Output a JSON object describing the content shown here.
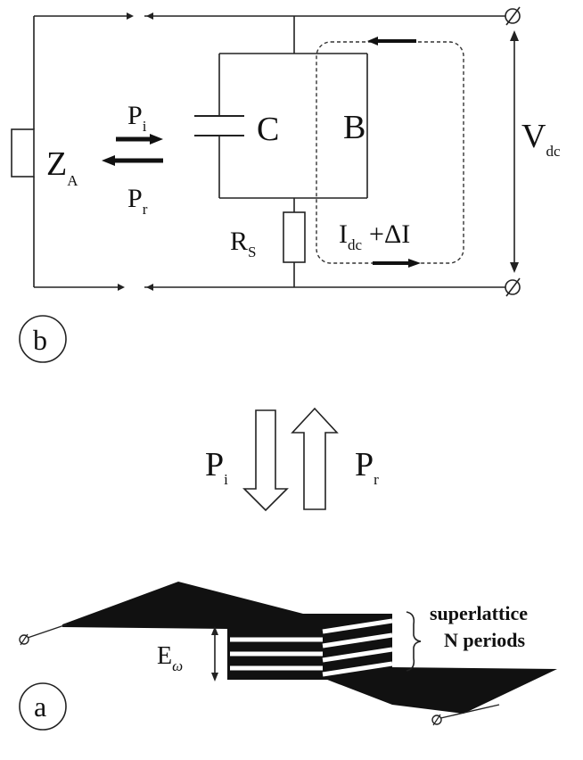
{
  "circuit": {
    "ZA": {
      "main": "Z",
      "sub": "A"
    },
    "Pi": {
      "main": "P",
      "sub": "i"
    },
    "Pr": {
      "main": "P",
      "sub": "r"
    },
    "C": "C",
    "B": "B",
    "Rs": {
      "main": "R",
      "sub": "S"
    },
    "Idc": {
      "main": "I",
      "sub": "dc",
      "rest": "+ΔI"
    },
    "Vdc": {
      "main": "V",
      "sub": "dc"
    },
    "panel": "b"
  },
  "arrows": {
    "Pi": {
      "main": "P",
      "sub": "i"
    },
    "Pr": {
      "main": "P",
      "sub": "r"
    }
  },
  "band": {
    "Ew": {
      "main": "E",
      "sub": "ω"
    },
    "superlattice_line1": "superlattice",
    "superlattice_line2": "N periods",
    "panel": "a"
  },
  "colors": {
    "ink": "#111111",
    "background": "#ffffff"
  }
}
